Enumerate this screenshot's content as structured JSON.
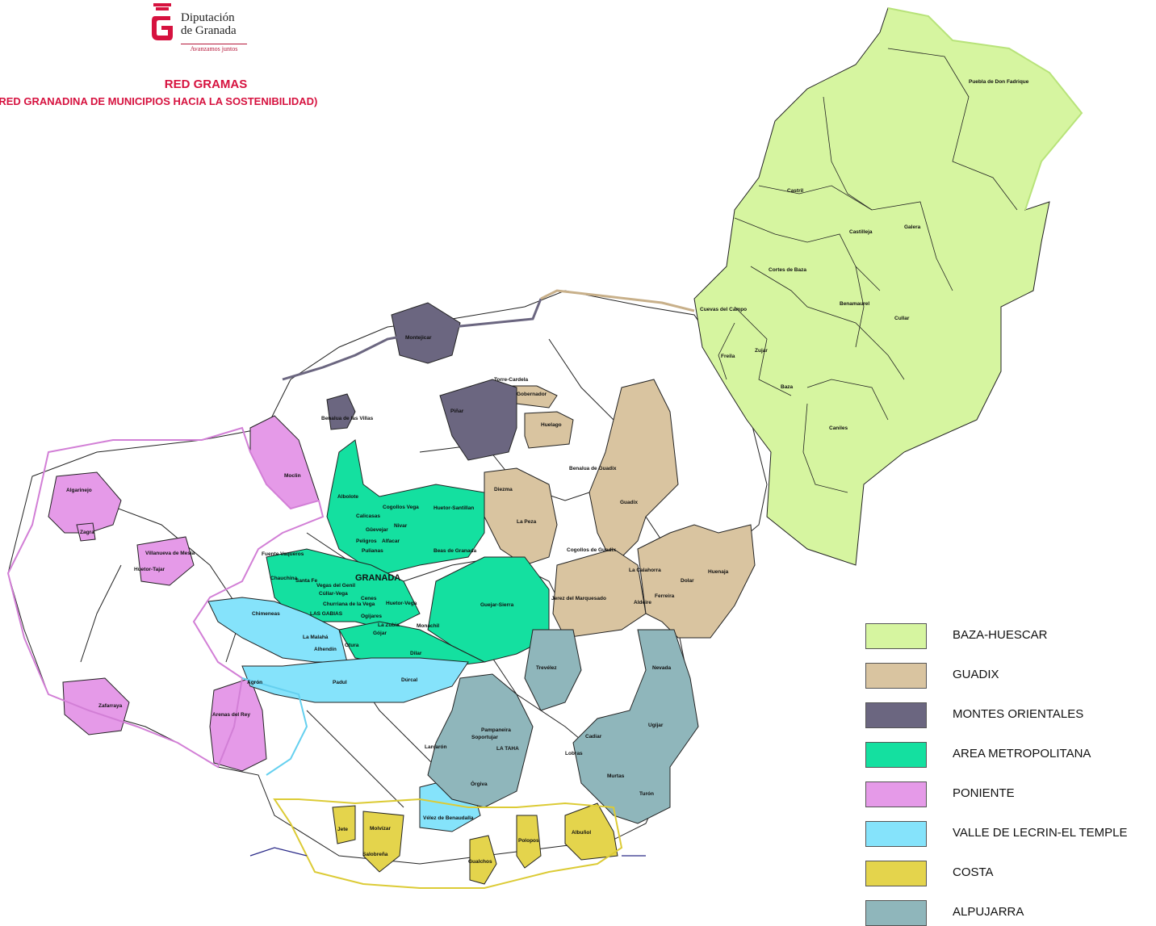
{
  "header": {
    "logo_line1": "Diputación",
    "logo_line2": "de Granada",
    "logo_tagline": "Avanzamos juntos",
    "title": "RED GRAMAS",
    "subtitle": "(RED GRANADINA DE MUNICIPIOS HACIA LA SOSTENIBILIDAD)"
  },
  "colors": {
    "brand": "#d6123f",
    "baza_huescar": "#d6f5a0",
    "guadix": "#d9c4a0",
    "montes_orientales": "#6b6680",
    "area_metropolitana": "#14e0a0",
    "poniente": "#e59ae8",
    "valle_lecrin": "#85e3fb",
    "costa": "#e4d44c",
    "alpujarra": "#8fb6bb"
  },
  "legend": [
    {
      "label": "BAZA-HUESCAR",
      "color": "#d6f5a0"
    },
    {
      "label": "GUADIX",
      "color": "#d9c4a0"
    },
    {
      "label": "MONTES ORIENTALES",
      "color": "#6b6680"
    },
    {
      "label": "AREA METROPOLITANA",
      "color": "#14e0a0"
    },
    {
      "label": "PONIENTE",
      "color": "#e59ae8"
    },
    {
      "label": "VALLE DE LECRIN-EL TEMPLE",
      "color": "#85e3fb"
    },
    {
      "label": "COSTA",
      "color": "#e4d44c"
    },
    {
      "label": "ALPUJARRA",
      "color": "#8fb6bb"
    }
  ],
  "map": {
    "city": "GRANADA",
    "places": {
      "puebla": "Puebla de Don Fadrique",
      "castril": "Castril",
      "castilleja": "Castilleja",
      "galera": "Galera",
      "cortes": "Cortes de Baza",
      "benamaurel": "Benamaurel",
      "cuevas": "Cuevas del Campo",
      "cullar": "Cullar",
      "zujar": "Zujar",
      "freila": "Freila",
      "baza": "Baza",
      "caniles": "Caniles",
      "montejicar": "Montejicar",
      "torre_cardela": "Torre-Cardela",
      "gobernador": "Gobernador",
      "benalua": "Benalua de las Villas",
      "pinar": "Piñar",
      "huelago": "Huelago",
      "moclin": "Moclin",
      "albolote": "Albolote",
      "cogollos_vega": "Cogollos Vega",
      "huetor_santillan": "Huetor-Santillan",
      "calicasas": "Calicasas",
      "guevejar": "Güevejar",
      "niguelas": "Nivar",
      "peligros": "Peligros",
      "alfacar": "Alfacar",
      "pulianas": "Pulianas",
      "beas": "Beas de Granada",
      "benalua_guadix": "Benalua de Guadix",
      "darro": "Diezma",
      "la_peza": "La Peza",
      "guadix": "Guadix",
      "cogollos_guadix": "Cogollos de Guadix",
      "algarinejo": "Algarinejo",
      "zagra": "Zagra",
      "villanueva": "Villanueva de Mesía",
      "huetor_tajar": "Huetor-Tajar",
      "fuente_vaqueros": "Fuente Vaqueros",
      "chauchina": "Chauchina",
      "santa_fe": "Santa Fe",
      "vegas_genil": "Vegas del Genil",
      "cullar_vega": "Cúllar-Vega",
      "churriana": "Churriana de la Vega",
      "las_gabias": "LAS GABIAS",
      "ogijares": "Ogijares",
      "gojar": "Gójar",
      "la_zubia": "La Zubia",
      "cenes": "Cenes",
      "huetor_vega": "Huetor-Vega",
      "monachil": "Monachil",
      "dilar": "Dilar",
      "guejar_sierra": "Guejar-Sierra",
      "jerez": "Jerez del Marquesado",
      "la_calahorra": "La Calahorra",
      "aldeire": "Aldeire",
      "ferreira": "Ferreira",
      "dolar": "Dolar",
      "huencja": "Huenaja",
      "chimeneas": "Chimeneas",
      "la_malaha": "La Malahá",
      "alhendin": "Alhendín",
      "otura": "Otura",
      "agron": "Agrón",
      "padul": "Padul",
      "durcal": "Dúrcal",
      "zafarraya": "Zafarraya",
      "arenas_rey": "Arenas del Rey",
      "trevelez": "Trevélez",
      "nevada": "Nevada",
      "pampaneira": "Pampaneira",
      "soportujar": "Soportujar",
      "lanjaron": "Lanjarón",
      "la_taha": "LA TAHA",
      "cadiar": "Cadiar",
      "ugijar": "Ugíjar",
      "lobras": "Lobras",
      "murtas": "Murtas",
      "turon": "Turón",
      "orgiva": "Órgiva",
      "velez": "Vélez de Benaudalla",
      "jete": "Jete",
      "molvizar": "Molvízar",
      "salobrena": "Salobreña",
      "gualchos": "Gualchos",
      "polopos": "Polopos",
      "albunol": "Albuñol"
    }
  }
}
